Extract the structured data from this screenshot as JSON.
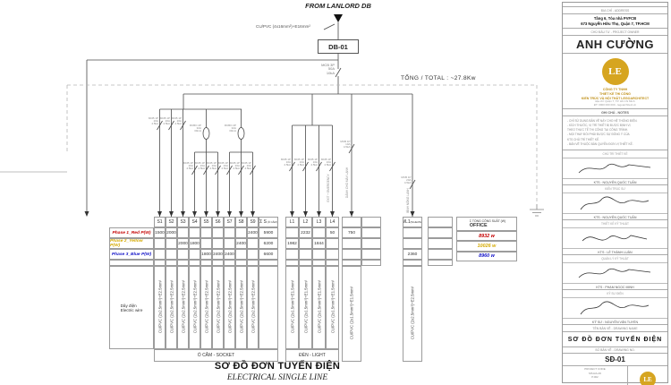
{
  "header": {
    "from_label": "FROM LANLORD DB",
    "feeder_cable": "CU/PVC (4x16mm²)+E16mm²",
    "db_name": "DB-01",
    "main_breaker": "MCB 3P|50A|10kA",
    "total_label": "TỔNG / TOTAL : ~27.8Kw"
  },
  "breakers": {
    "socket": "MCB 1P|20A|4.5kA",
    "light": "MCB 1P|10A|4.5kA",
    "rcbo": "RCBO 2P|32A|30mA",
    "fan": "MCB 1P|10A|4.5kA",
    "wl": "MCB 1P|20A|4.5kA"
  },
  "riser_notes": {
    "l4": "EXIT + EMERGENCY",
    "fan": "DÀNH CHO MÁY LẠNH",
    "wl": "BÌNH NÓNG LẠNH"
  },
  "load_table": {
    "socket_headers": [
      "S1",
      "S2",
      "S3",
      "S4",
      "S5",
      "S6",
      "S7",
      "S8",
      "S9"
    ],
    "sum_header": "Σ S",
    "sum_subheader": "(Ổ CẮM)",
    "light_headers": [
      "L1",
      "L2",
      "L3",
      "L4"
    ],
    "wl_header": "WL1",
    "wl_subheader": "(W.HEATER)",
    "rows": [
      {
        "label": "Phase 1_Red P(W)",
        "color": "#c40000",
        "s": [
          "1500",
          "2000",
          "",
          "",
          "",
          "",
          "",
          "",
          "2400"
        ],
        "sum": "5900",
        "l": [
          "",
          "2232",
          "",
          "50"
        ],
        "fan": "750",
        "wl": "",
        "office": "8932 w"
      },
      {
        "label": "Phase 2_Yellow P(W)",
        "color": "#d4a900",
        "s": [
          "",
          "",
          "2000",
          "1800",
          "",
          "",
          "",
          "2400",
          ""
        ],
        "sum": "6200",
        "l": [
          "1982",
          "",
          "1844",
          ""
        ],
        "fan": "",
        "wl": "",
        "office": "10026 w"
      },
      {
        "label": "Phase 3_Blue P(W)",
        "color": "#1414c8",
        "s": [
          "",
          "",
          "",
          "",
          "1800",
          "2400",
          "2400",
          "",
          ""
        ],
        "sum": "6600",
        "l": [
          "",
          "",
          "",
          ""
        ],
        "fan": "",
        "wl": "2360",
        "office": "8960 w"
      }
    ],
    "wire_label_vi": "Dây điện",
    "wire_label_en": "Electric wire",
    "socket_cable": "CU/PVC (2x2.5mm²)+E2.5mm²",
    "light_cable": "CU/PVC (2x1.5mm²)+E1.5mm²",
    "fan_cable": "CU/PVC (2x1.5mm²)+E1.5mm²",
    "wl_cable": "CU/PVC (2x2.5mm²)+E2.5mm²",
    "socket_group": "Ổ CẮM - SOCKET",
    "light_group": "ĐÈN - LIGHT",
    "office_header_small": "Σ TỔNG CÔNG SUẤT (W)",
    "office_header": "OFFICE"
  },
  "footer": {
    "title_vi": "SƠ ĐỒ ĐƠN TUYẾN ĐIỆN",
    "title_en": "ELECTRICAL SINGLE LINE"
  },
  "titleblock": {
    "address_header": "ĐỊA CHỈ - ADDRESS",
    "address_line1": "Tầng 6, Tòa nhà PVFCB",
    "address_line2": "673 Nguyễn Hữu Thọ, Quận 7, TP.HCM",
    "owner_header": "CHỦ ĐẦU TƯ - PROJECT OWNER",
    "owner_name": "ANH CƯỜNG",
    "logo_monogram": "LE",
    "company_lines": [
      "CÔNG TY TNHH",
      "THIẾT KẾ THI CÔNG",
      "KIẾN TRÚC VÀ NỘI THẤT LEGOARCHITECT"
    ],
    "company_sub": [
      "Địa chỉ: Quận 7, TP. Hồ Chí Minh",
      "ĐT: 0900 000 000 - legoarchitect.vn"
    ],
    "notes_header": "GHI CHÚ - NOTES",
    "notes": [
      "- CHỈ SỬ DỤNG BẢN VẼ NÀY CHO HỆ THỐNG ĐIỆN.",
      "- KÍCH THƯỚC, VỊ TRÍ THIẾT BỊ ĐƯỢC ĐỊNH VỊ",
      "  THEO THỰC TẾ THI CÔNG TẠI CÔNG TRÌNH.",
      "- MỌI THAY ĐỔI PHẢI ĐƯỢC SỰ ĐỒNG Ý CỦA",
      "  KTS CHỦ TRÌ THIẾT KẾ.",
      "- BẢN VẼ THUỘC BẢN QUYỀN ĐƠN VỊ THIẾT KẾ."
    ],
    "signatures": [
      {
        "role": "CHỦ TRÌ THIẾT KẾ",
        "name": "KTS : NGUYỄN QUỐC TUẤN"
      },
      {
        "role": "KIẾN TRÚC SƯ",
        "name": "KTS : NGUYỄN QUỐC TUẤN"
      },
      {
        "role": "THIẾT KẾ KỸ THUẬT",
        "name": "KTS : LÊ THÀNH LUÂN"
      },
      {
        "role": "QUẢN LÝ KỸ THUẬT",
        "name": "KTS : PHẠM NGỌC MINH"
      },
      {
        "role": "KỸ SƯ ĐIỆN",
        "name": "KỸ SƯ : NGUYỄN VĂN TUYẾN"
      }
    ],
    "drawing_name_header": "TÊN BẢN VẼ - DRAWING NAME",
    "drawing_name": "SƠ ĐỒ ĐƠN TUYẾN ĐIỆN",
    "drawing_no_header": "SỐ BẢN VẼ - DRAWING NO.",
    "drawing_no": "SĐ-01",
    "footer_left": [
      "PROJECT CODE",
      "MS ĐA-06",
      "P.002"
    ],
    "footer_logo_monogram": "LE"
  }
}
